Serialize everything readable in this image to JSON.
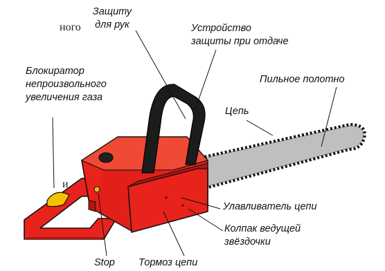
{
  "background_fragments": {
    "top_left": "ного",
    "mid_left": "и"
  },
  "labels": {
    "hand_guard": [
      "Защиту",
      "для рук"
    ],
    "kickback_device": [
      "Устройство",
      "защиты при отдаче"
    ],
    "throttle_lock": [
      "Блокиратор",
      "непроизвольного",
      "увеличения газа"
    ],
    "guide_bar": "Пильное полотно",
    "chain": "Цепь",
    "chain_catcher": "Улавливатель цепи",
    "sprocket_cover": [
      "Колпак ведущей",
      "звёздочки"
    ],
    "stop": "Stop",
    "chain_brake": "Тормоз цепи"
  },
  "colors": {
    "body": "#e8231c",
    "body_dark": "#b5140f",
    "body_top": "#f04a36",
    "handle": "#1c1c1c",
    "bar": "#bfbfbf",
    "throttle": "#f2c200"
  }
}
